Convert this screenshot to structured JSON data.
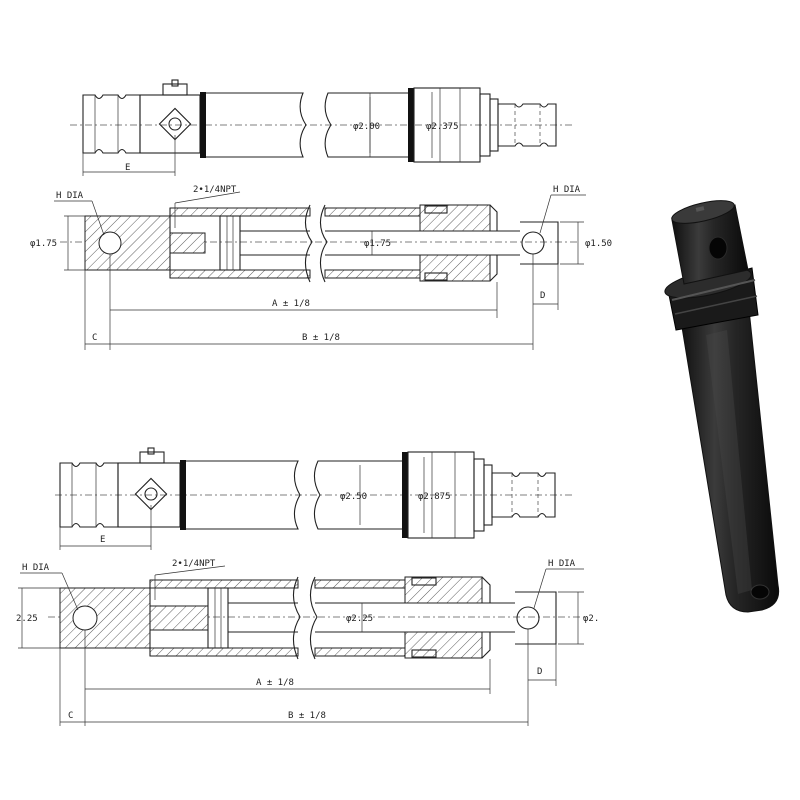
{
  "diagram_top": {
    "side_view": {
      "dia_barrel": "φ2.00",
      "dia_gland": "φ2.375",
      "dim_e": "E"
    },
    "section_view": {
      "h_dia_left": "H DIA",
      "h_dia_right": "H DIA",
      "port": "2•1/4NPT",
      "dia_left": "φ1.75",
      "dia_rod": "φ1.75",
      "dia_right": "φ1.50",
      "dim_a": "A ± 1/8",
      "dim_b": "B ± 1/8",
      "dim_c": "C",
      "dim_d": "D"
    }
  },
  "diagram_bottom": {
    "side_view": {
      "dia_barrel": "φ2.50",
      "dia_gland": "φ2.875",
      "dim_e": "E"
    },
    "section_view": {
      "h_dia_left": "H DIA",
      "h_dia_right": "H DIA",
      "port": "2•1/4NPT",
      "dia_left": "2.25",
      "dia_rod": "φ2.25",
      "dia_right": "φ2.",
      "dim_a": "A ± 1/8",
      "dim_b": "B ± 1/8",
      "dim_c": "C",
      "dim_d": "D"
    }
  },
  "colors": {
    "ink": "#222222",
    "product_body": "#1e1e1e",
    "product_highlight": "#4a4a4a"
  },
  "product_photo": {
    "icon": "hydraulic-cylinder-photo"
  }
}
